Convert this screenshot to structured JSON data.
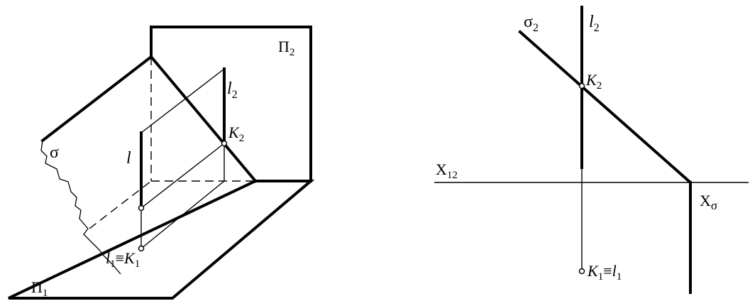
{
  "left": {
    "plane_h": {
      "main": "П",
      "sub": "1"
    },
    "plane_v": {
      "main": "П",
      "sub": "2"
    },
    "sigma": {
      "main": "σ"
    },
    "line_l": {
      "main": "l"
    },
    "line_l2": {
      "main": "l",
      "sub": "2"
    },
    "point_k2": {
      "main": "K",
      "sub": "2"
    },
    "coincident": {
      "a": "l",
      "a_sub": "1",
      "eq": "≡",
      "b": "K",
      "b_sub": "1"
    }
  },
  "right": {
    "axis_x12": {
      "main": "X",
      "sub": "12"
    },
    "axis_xsigma": {
      "main": "X",
      "sub": "σ"
    },
    "sigma2": {
      "main": "σ",
      "sub": "2"
    },
    "line_l2": {
      "main": "l",
      "sub": "2"
    },
    "point_k2": {
      "main": "K",
      "sub": "2"
    },
    "coincident": {
      "a": "K",
      "a_sub": "1",
      "eq": "≡",
      "b": "l",
      "b_sub": "1"
    }
  }
}
